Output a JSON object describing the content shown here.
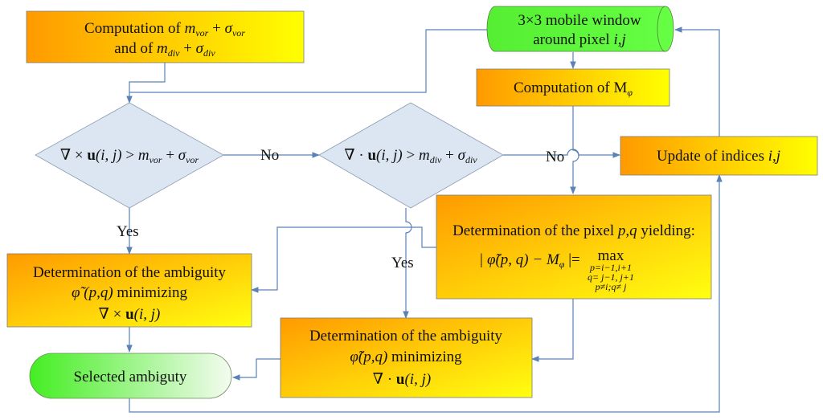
{
  "nodes": {
    "comp_stats": {
      "line1_prefix": "Computation of ",
      "m": "m",
      "vor": "vor",
      "plus": " + ",
      "sigma": "σ",
      "line2_prefix": "and of ",
      "div": "div"
    },
    "window": {
      "line1": "3×3 mobile  window",
      "line2_prefix": "around pixel ",
      "line2_ij": "i,j"
    },
    "comp_M": {
      "prefix": "Computation of M",
      "phi": "φ"
    },
    "update": {
      "prefix": "Update of indices ",
      "ij": "i,j"
    },
    "curl_test": {
      "lhs": "∇ × ",
      "u": "u",
      "args": "(i, j)",
      "gt": " > ",
      "m": "m",
      "vor": "vor",
      "plus": " + ",
      "sigma": "σ"
    },
    "div_test": {
      "lhs": "∇ · ",
      "u": "u",
      "args": "(i, j)",
      "gt": " > ",
      "m": "m",
      "div": "div",
      "plus": " + ",
      "sigma": "σ"
    },
    "det_pixel": {
      "line1_prefix": "Determination of the pixel ",
      "pq": "p,q",
      "line1_suffix": " yielding:",
      "formula_lhs": "| φ̃(p, q) − M",
      "phi": "φ",
      "formula_eq": " |= ",
      "max": "max",
      "sub1": "p=i−1,i+1",
      "sub2": "q= j−1, j+1",
      "sub3": "p≠i;q≠ j"
    },
    "det_amb_curl": {
      "line1": "Determination of the ambiguity",
      "phi": "φ̃",
      "pq": " (p,q)",
      "minimizing": " minimizing",
      "op": "∇ × ",
      "u": "u",
      "args": "(i, j)"
    },
    "det_amb_div": {
      "line1": "Determination of the ambiguity",
      "phi": "φ̃",
      "pq": "(p,q)",
      "minimizing": " minimizing",
      "op": "∇ · ",
      "u": "u",
      "args": "(i, j)"
    },
    "selected": {
      "label": "Selected ambiguty"
    }
  },
  "edge_labels": {
    "no1": "No",
    "no2": "No",
    "yes1": "Yes",
    "yes2": "Yes"
  },
  "colors": {
    "orange": "#ff9900",
    "yellow": "#ffff00",
    "green": "#44ee22",
    "diamond": "#dce6f2",
    "edge": "#5b82b8"
  }
}
